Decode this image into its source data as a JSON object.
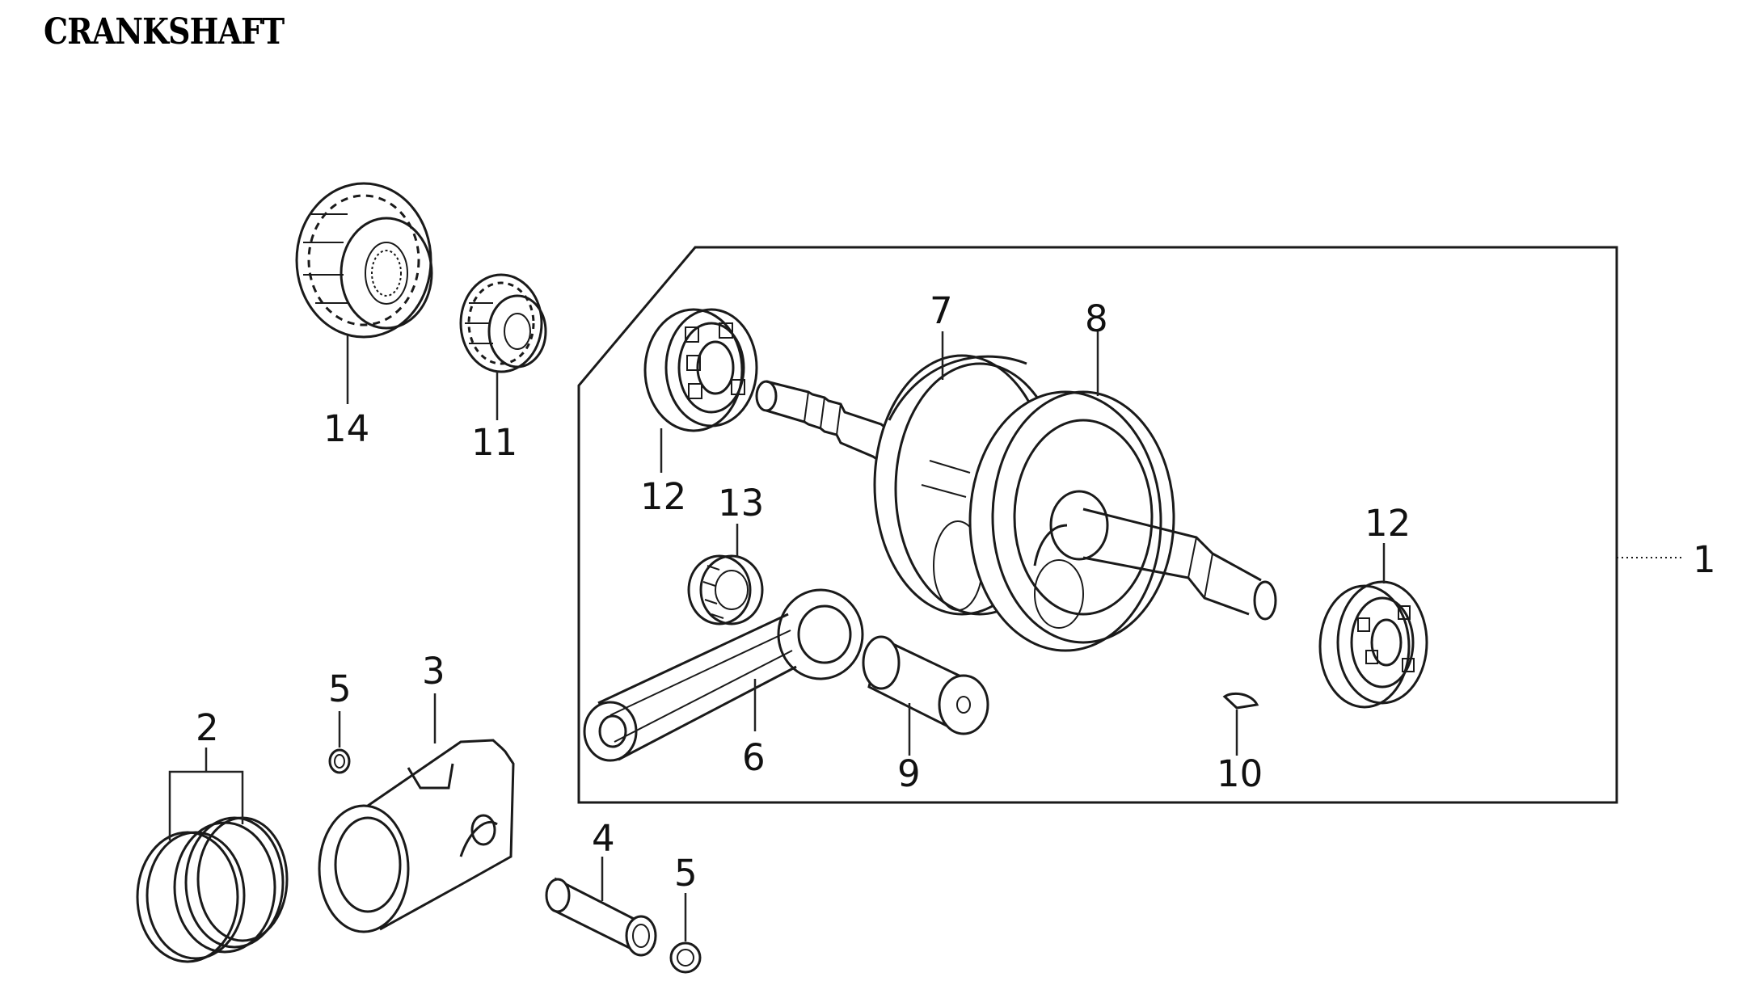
{
  "title": "CRANKSHAFT",
  "callouts": [
    {
      "id": "1",
      "text": "1"
    },
    {
      "id": "2",
      "text": "2"
    },
    {
      "id": "3",
      "text": "3"
    },
    {
      "id": "4",
      "text": "4"
    },
    {
      "id": "5a",
      "text": "5"
    },
    {
      "id": "5b",
      "text": "5"
    },
    {
      "id": "6",
      "text": "6"
    },
    {
      "id": "7",
      "text": "7"
    },
    {
      "id": "8",
      "text": "8"
    },
    {
      "id": "9",
      "text": "9"
    },
    {
      "id": "10",
      "text": "10"
    },
    {
      "id": "11",
      "text": "11"
    },
    {
      "id": "12a",
      "text": "12"
    },
    {
      "id": "12b",
      "text": "12"
    },
    {
      "id": "13",
      "text": "13"
    },
    {
      "id": "14",
      "text": "14"
    }
  ]
}
